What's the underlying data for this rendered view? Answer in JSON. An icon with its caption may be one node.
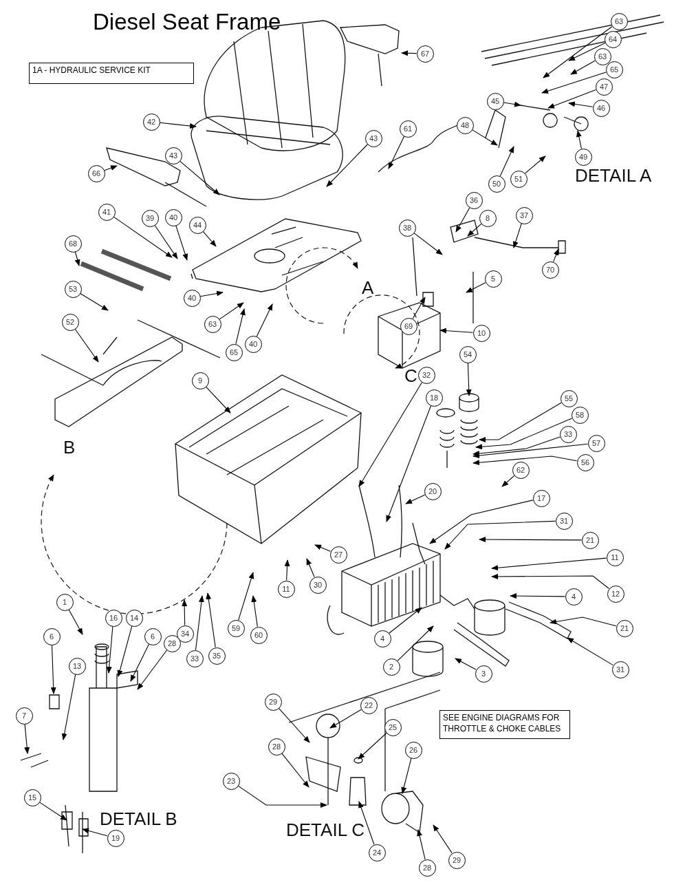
{
  "diagram": {
    "title": "Diesel Seat Frame",
    "nodes": [
      {
        "text": [
          "1A - HYDRAULIC SERVICE KIT"
        ]
      },
      {
        "text": [
          "63"
        ]
      },
      {
        "text": [
          "64"
        ]
      },
      {
        "text": [
          "63"
        ]
      },
      {
        "text": [
          "65"
        ]
      },
      {
        "text": [
          "47"
        ]
      },
      {
        "text": [
          "45"
        ]
      },
      {
        "text": [
          "46"
        ]
      },
      {
        "text": [
          "67"
        ]
      },
      {
        "text": [
          "42"
        ]
      },
      {
        "text": [
          "48"
        ]
      },
      {
        "text": [
          "61"
        ]
      },
      {
        "text": [
          "43"
        ]
      },
      {
        "text": [
          "43"
        ]
      },
      {
        "text": [
          "49"
        ]
      },
      {
        "text": [
          "66"
        ]
      },
      {
        "text": [
          "51"
        ]
      },
      {
        "text": [
          "50"
        ]
      },
      {
        "text": [
          "36"
        ]
      },
      {
        "text": [
          "41"
        ]
      },
      {
        "text": [
          "39"
        ]
      },
      {
        "text": [
          "40"
        ]
      },
      {
        "text": [
          "37"
        ]
      },
      {
        "text": [
          "8"
        ]
      },
      {
        "text": [
          "44"
        ]
      },
      {
        "text": [
          "38"
        ]
      },
      {
        "text": [
          "68"
        ]
      },
      {
        "text": [
          "70"
        ]
      },
      {
        "text": [
          "5"
        ]
      },
      {
        "text": [
          "53"
        ]
      },
      {
        "text": [
          "40"
        ]
      },
      {
        "text": [
          "69"
        ]
      },
      {
        "text": [
          "52"
        ]
      },
      {
        "text": [
          "63"
        ]
      },
      {
        "text": [
          "10"
        ]
      },
      {
        "text": [
          "40"
        ]
      },
      {
        "text": [
          "65"
        ]
      },
      {
        "text": [
          "54"
        ]
      },
      {
        "text": [
          "32"
        ]
      },
      {
        "text": [
          "9"
        ]
      },
      {
        "text": [
          "18"
        ]
      },
      {
        "text": [
          "55"
        ]
      },
      {
        "text": [
          "58"
        ]
      },
      {
        "text": [
          "33"
        ]
      },
      {
        "text": [
          "57"
        ]
      },
      {
        "text": [
          "56"
        ]
      },
      {
        "text": [
          "62"
        ]
      },
      {
        "text": [
          "20"
        ]
      },
      {
        "text": [
          "17"
        ]
      },
      {
        "text": [
          "31"
        ]
      },
      {
        "text": [
          "21"
        ]
      },
      {
        "text": [
          "11"
        ]
      },
      {
        "text": [
          "27"
        ]
      },
      {
        "text": [
          "30"
        ]
      },
      {
        "text": [
          "11"
        ]
      },
      {
        "text": [
          "12"
        ]
      },
      {
        "text": [
          "4"
        ]
      },
      {
        "text": [
          "1"
        ]
      },
      {
        "text": [
          "16"
        ]
      },
      {
        "text": [
          "14"
        ]
      },
      {
        "text": [
          "59"
        ]
      },
      {
        "text": [
          "21"
        ]
      },
      {
        "text": [
          "34"
        ]
      },
      {
        "text": [
          "60"
        ]
      },
      {
        "text": [
          "6"
        ]
      },
      {
        "text": [
          "6"
        ]
      },
      {
        "text": [
          "4"
        ]
      },
      {
        "text": [
          "28"
        ]
      },
      {
        "text": [
          "35"
        ]
      },
      {
        "text": [
          "33"
        ]
      },
      {
        "text": [
          "2"
        ]
      },
      {
        "text": [
          "13"
        ]
      },
      {
        "text": [
          "31"
        ]
      },
      {
        "text": [
          "3"
        ]
      },
      {
        "text": [
          "29"
        ]
      },
      {
        "text": [
          "7"
        ]
      },
      {
        "text": [
          "22"
        ]
      },
      {
        "text": [
          "25"
        ]
      },
      {
        "text": [
          "28"
        ]
      },
      {
        "text": [
          "26"
        ]
      },
      {
        "text": [
          "23"
        ]
      },
      {
        "text": [
          "15"
        ]
      },
      {
        "text": [
          "19"
        ]
      },
      {
        "text": [
          "24"
        ]
      },
      {
        "text": [
          "29"
        ]
      },
      {
        "text": [
          "28"
        ]
      },
      {
        "text": [
          "SEE ENGINE DIAGRAMS FOR THROTTLE & CHOKE CABLES"
        ]
      }
    ],
    "edges": [
      {
        "from": 1,
        "to": null,
        "arrow": "to"
      },
      {
        "from": 2,
        "to": null,
        "arrow": "to"
      },
      {
        "from": 3,
        "to": null,
        "arrow": "to"
      },
      {
        "from": 4,
        "to": null,
        "arrow": "to"
      },
      {
        "from": 5,
        "to": null,
        "arrow": "to"
      },
      {
        "from": 6,
        "to": null,
        "arrow": "to"
      },
      {
        "from": 7,
        "to": null,
        "arrow": "to"
      },
      {
        "from": 8,
        "to": null,
        "arrow": "to"
      },
      {
        "from": 9,
        "to": null,
        "arrow": "to"
      },
      {
        "from": 10,
        "to": null,
        "arrow": "to"
      },
      {
        "from": 11,
        "to": null,
        "arrow": "to"
      },
      {
        "from": 12,
        "to": null,
        "arrow": "to"
      },
      {
        "from": 13,
        "to": null,
        "arrow": "to"
      },
      {
        "from": 14,
        "to": null,
        "arrow": "to"
      },
      {
        "from": 15,
        "to": null,
        "arrow": "to"
      },
      {
        "from": 16,
        "to": null,
        "arrow": "to"
      },
      {
        "from": 17,
        "to": null,
        "arrow": "to"
      },
      {
        "from": 18,
        "to": null,
        "arrow": "to"
      },
      {
        "from": 19,
        "to": null,
        "arrow": "to"
      },
      {
        "from": 20,
        "to": null,
        "arrow": "to"
      },
      {
        "from": 21,
        "to": null,
        "arrow": "to"
      },
      {
        "from": 22,
        "to": null,
        "arrow": "to"
      },
      {
        "from": 23,
        "to": null,
        "arrow": "to"
      },
      {
        "from": 24,
        "to": null,
        "arrow": "to"
      },
      {
        "from": 25,
        "to": null,
        "arrow": "to"
      },
      {
        "from": 26,
        "to": null,
        "arrow": "to"
      },
      {
        "from": 27,
        "to": null,
        "arrow": "to"
      },
      {
        "from": 28,
        "to": null,
        "arrow": "to"
      },
      {
        "from": 29,
        "to": null,
        "arrow": "to"
      },
      {
        "from": 30,
        "to": null,
        "arrow": "to"
      },
      {
        "from": 31,
        "to": null,
        "arrow": "to"
      },
      {
        "from": 32,
        "to": null,
        "arrow": "to"
      },
      {
        "from": 33,
        "to": null,
        "arrow": "to"
      },
      {
        "from": 34,
        "to": null,
        "arrow": "to"
      },
      {
        "from": 35,
        "to": null,
        "arrow": "to"
      },
      {
        "from": 36,
        "to": null,
        "arrow": "to"
      },
      {
        "from": 37,
        "to": null,
        "arrow": "to"
      },
      {
        "from": 38,
        "to": null,
        "arrow": "to"
      },
      {
        "from": 39,
        "to": null,
        "arrow": "to"
      },
      {
        "from": 40,
        "to": null,
        "arrow": "to"
      },
      {
        "from": 41,
        "to": null,
        "arrow": "to"
      },
      {
        "from": 42,
        "to": null,
        "arrow": "to"
      },
      {
        "from": 43,
        "to": null,
        "arrow": "to"
      },
      {
        "from": 44,
        "to": null,
        "arrow": "to"
      },
      {
        "from": 45,
        "to": null,
        "arrow": "to"
      },
      {
        "from": 46,
        "to": null,
        "arrow": "to"
      },
      {
        "from": 47,
        "to": null,
        "arrow": "to"
      },
      {
        "from": 48,
        "to": null,
        "arrow": "to"
      },
      {
        "from": 49,
        "to": null,
        "arrow": "to"
      },
      {
        "from": 50,
        "to": null,
        "arrow": "to"
      },
      {
        "from": 51,
        "to": null,
        "arrow": "to"
      },
      {
        "from": 52,
        "to": null,
        "arrow": "to"
      },
      {
        "from": 53,
        "to": null,
        "arrow": "to"
      },
      {
        "from": 54,
        "to": null,
        "arrow": "to"
      },
      {
        "from": 55,
        "to": null,
        "arrow": "to"
      },
      {
        "from": 56,
        "to": null,
        "arrow": "to"
      },
      {
        "from": 57,
        "to": null,
        "arrow": "to"
      },
      {
        "from": 58,
        "to": null,
        "arrow": "to"
      },
      {
        "from": 59,
        "to": null,
        "arrow": "to"
      },
      {
        "from": 60,
        "to": null,
        "arrow": "to"
      },
      {
        "from": 61,
        "to": null,
        "arrow": "to"
      },
      {
        "from": 62,
        "to": null,
        "arrow": "to"
      },
      {
        "from": 63,
        "to": null,
        "arrow": "to"
      },
      {
        "from": 64,
        "to": null,
        "arrow": "to"
      },
      {
        "from": 65,
        "to": null,
        "arrow": "to"
      },
      {
        "from": 66,
        "to": null,
        "arrow": "to"
      },
      {
        "from": 67,
        "to": null,
        "arrow": "to"
      },
      {
        "from": 68,
        "to": null,
        "arrow": "to"
      },
      {
        "from": 69,
        "to": null,
        "arrow": "to"
      },
      {
        "from": 70,
        "to": null,
        "arrow": "to"
      },
      {
        "from": 71,
        "to": null,
        "arrow": "to"
      },
      {
        "from": 72,
        "to": null,
        "arrow": "to"
      },
      {
        "from": 73,
        "to": null,
        "arrow": "to"
      },
      {
        "from": 74,
        "to": null,
        "arrow": "to"
      },
      {
        "from": 75,
        "to": null,
        "arrow": "to"
      },
      {
        "from": 76,
        "to": null,
        "arrow": "to"
      },
      {
        "from": 77,
        "to": null,
        "arrow": "to"
      },
      {
        "from": 78,
        "to": null,
        "arrow": "to"
      },
      {
        "from": 79,
        "to": null,
        "arrow": "to"
      },
      {
        "from": 80,
        "to": null,
        "arrow": "to"
      },
      {
        "from": 81,
        "to": null,
        "arrow": "to"
      },
      {
        "from": 82,
        "to": null,
        "arrow": "to"
      },
      {
        "from": 83,
        "to": null,
        "arrow": "to"
      },
      {
        "from": 84,
        "to": null,
        "arrow": "to"
      },
      {
        "from": 85,
        "to": null,
        "arrow": "to"
      }
    ],
    "labels": [
      "DETAIL A",
      "A",
      "B",
      "C",
      "DETAIL B",
      "DETAIL C"
    ]
  }
}
